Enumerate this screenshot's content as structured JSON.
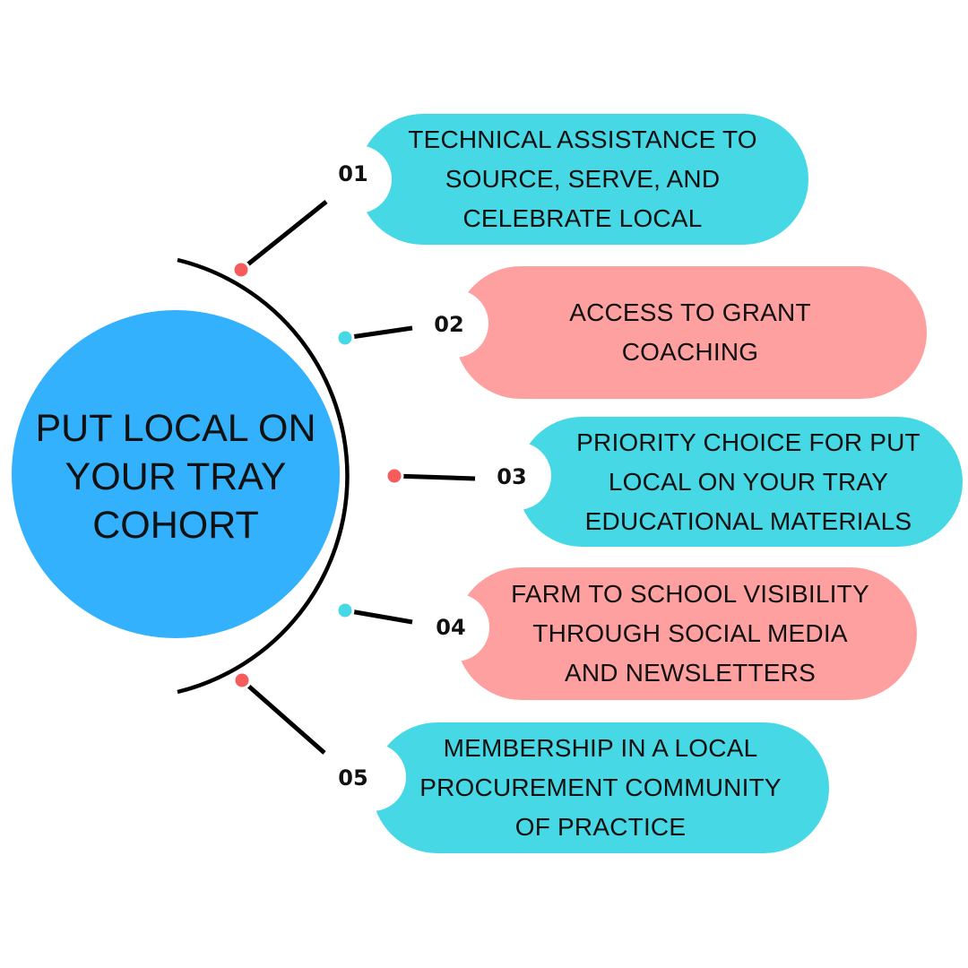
{
  "center": {
    "title": "PUT LOCAL ON\nYOUR TRAY\nCOHORT",
    "color": "#33b1fd"
  },
  "colors": {
    "teal": "#46d8e5",
    "pink": "#fea09f",
    "dot_red": "#f65c5c",
    "dot_teal": "#46d8e5",
    "line": "#000000"
  },
  "items": [
    {
      "number": "01",
      "text": "TECHNICAL ASSISTANCE TO\nSOURCE, SERVE, AND\nCELEBRATE LOCAL",
      "color": "teal"
    },
    {
      "number": "02",
      "text": "ACCESS TO GRANT\nCOACHING",
      "color": "pink"
    },
    {
      "number": "03",
      "text": "PRIORITY CHOICE FOR PUT\nLOCAL ON YOUR TRAY\nEDUCATIONAL MATERIALS",
      "color": "teal"
    },
    {
      "number": "04",
      "text": "FARM TO SCHOOL VISIBILITY\nTHROUGH SOCIAL MEDIA\nAND NEWSLETTERS",
      "color": "pink"
    },
    {
      "number": "05",
      "text": "MEMBERSHIP IN A LOCAL\nPROCUREMENT COMMUNITY\nOF PRACTICE",
      "color": "teal"
    }
  ]
}
